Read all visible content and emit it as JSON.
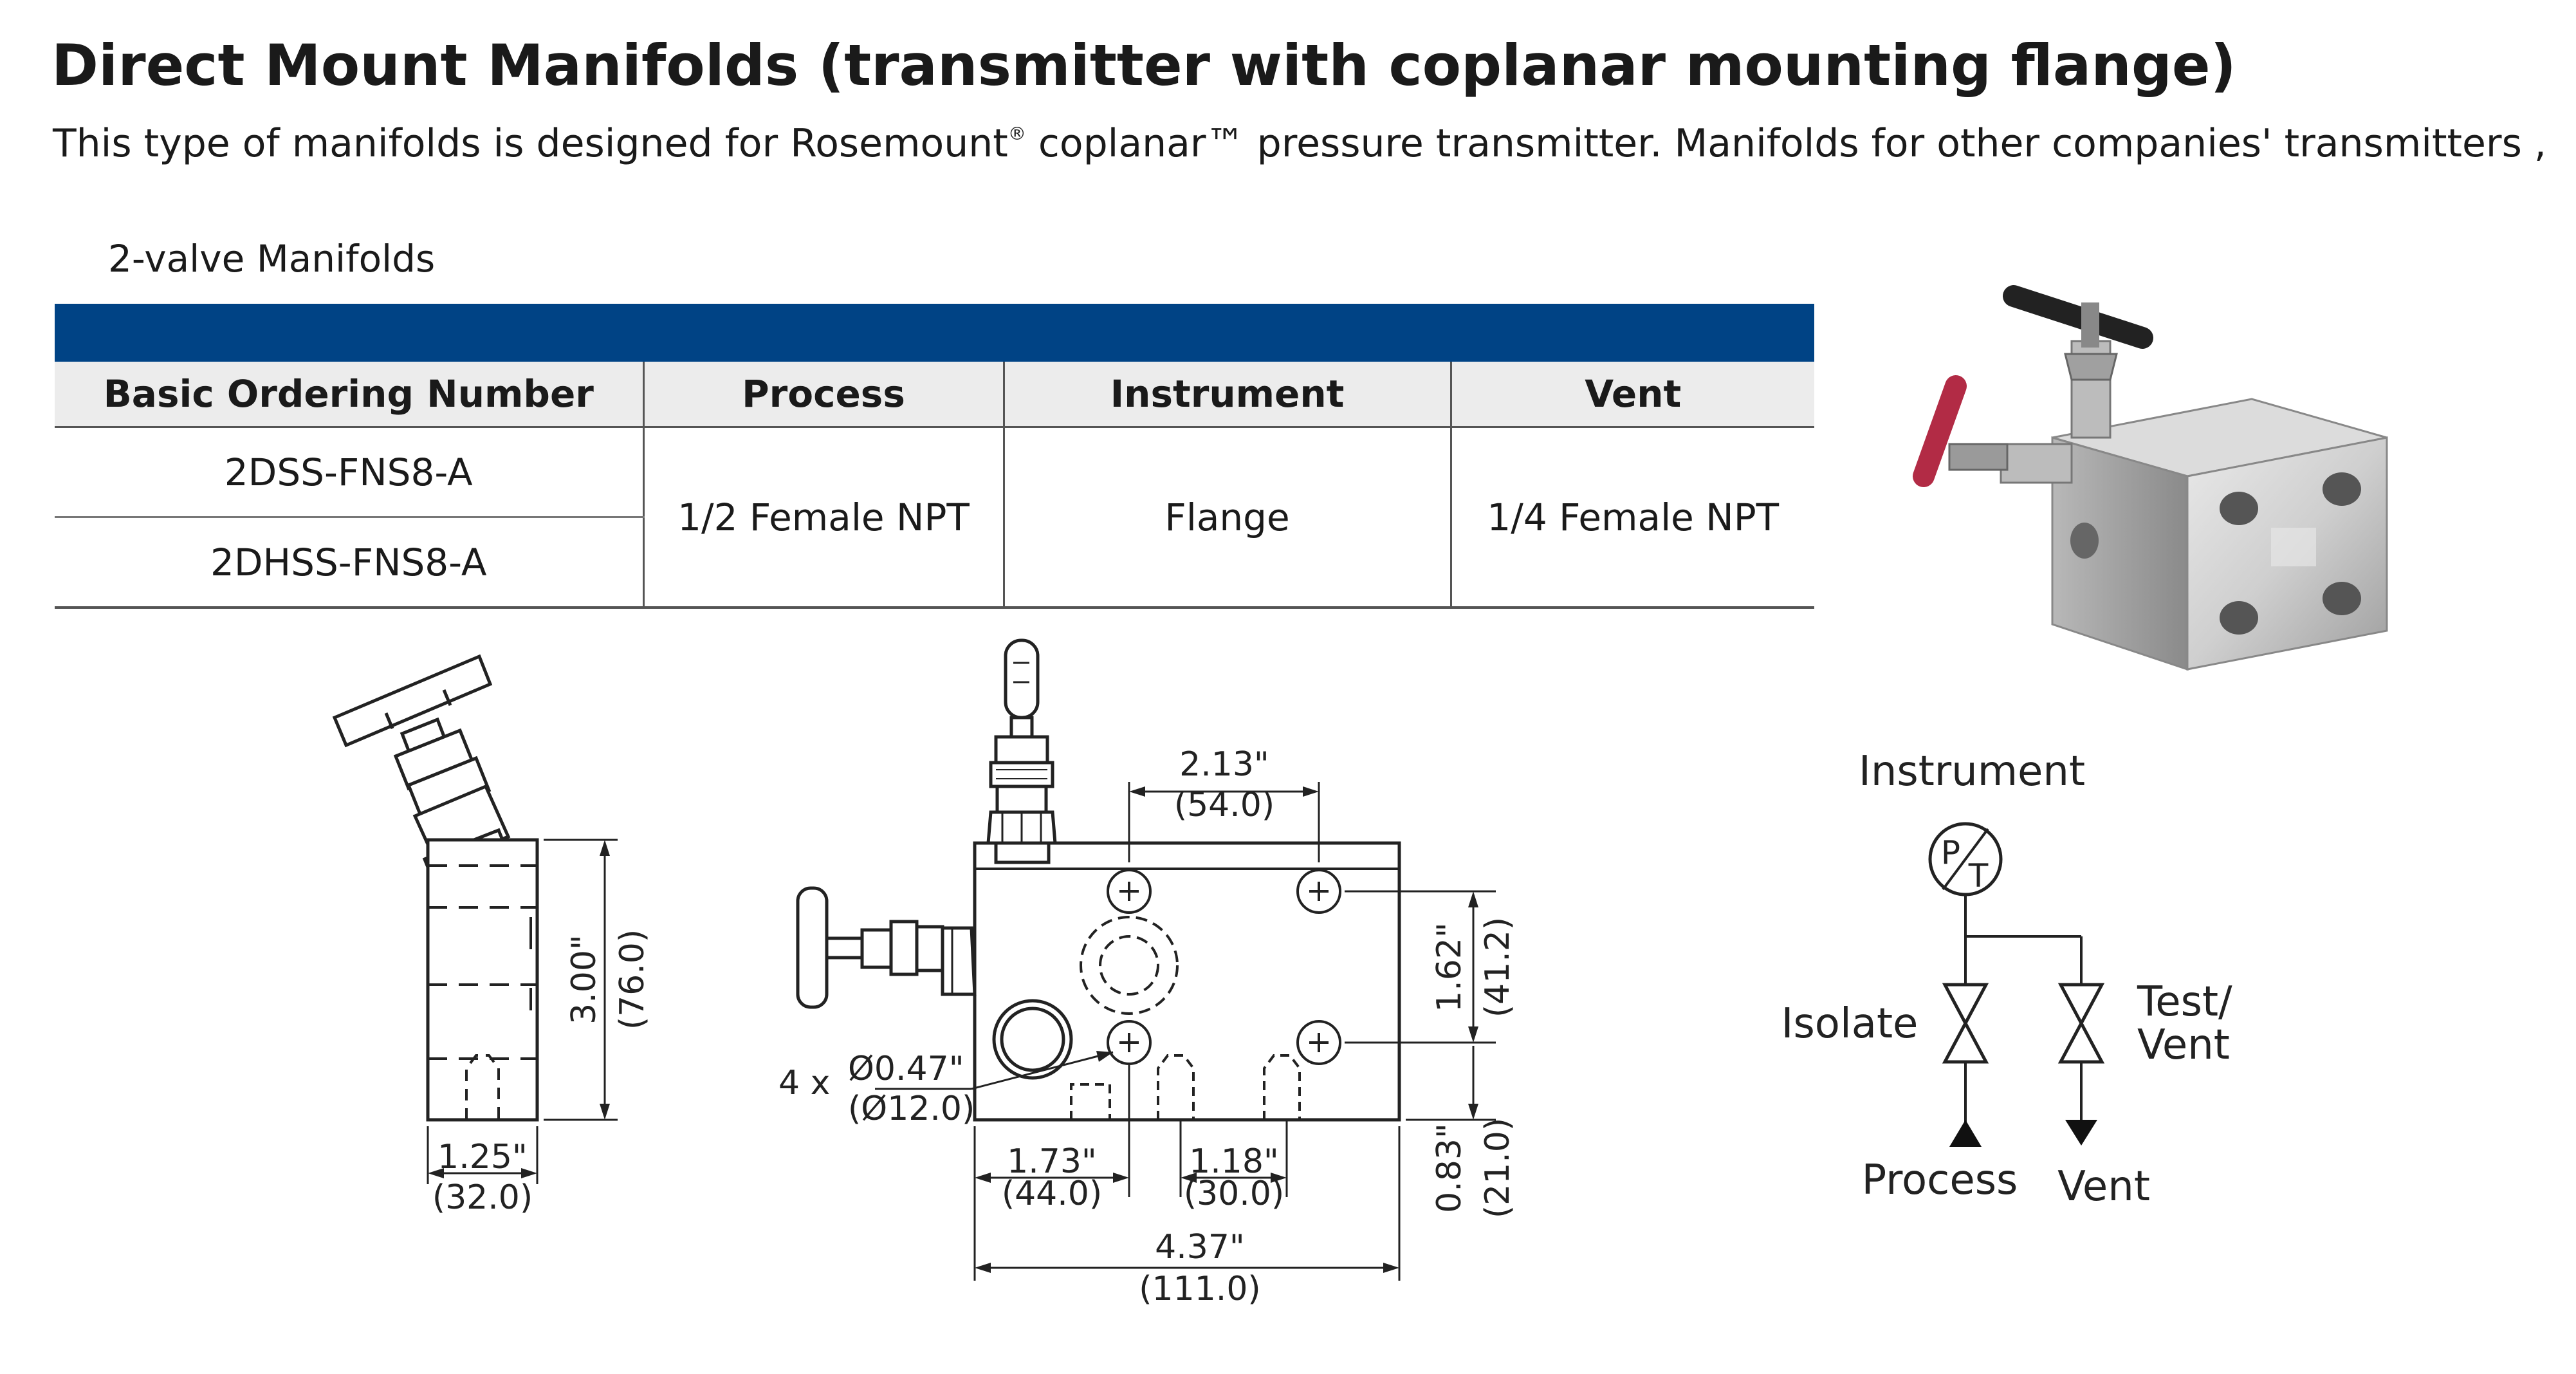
{
  "title": "Direct Mount Manifolds (transmitter with coplanar mounting flange)",
  "intro": {
    "before": "This type of manifolds is designed for Rosemount",
    "reg_mark": "®",
    "after": " coplanar™ pressure transmitter. Manifolds for other companies' transmitters ,"
  },
  "table": {
    "caption": "2-valve Manifolds",
    "headers": [
      "Basic Ordering Number",
      "Process",
      "Instrument",
      "Vent"
    ],
    "ordering_numbers": [
      "2DSS-FNS8-A",
      "2DHSS-FNS8-A"
    ],
    "process": "1/2 Female NPT",
    "instrument": "Flange",
    "vent": "1/4 Female NPT"
  },
  "side_view": {
    "height_in": "3.00\"",
    "height_mm": "(76.0)",
    "width_in": "1.25\"",
    "width_mm": "(32.0)"
  },
  "front_view": {
    "top_spacing_in": "2.13\"",
    "top_spacing_mm": "(54.0)",
    "vertical_spacing_in": "1.62\"",
    "vertical_spacing_mm": "(41.2)",
    "bottom_offset_in": "0.83\"",
    "bottom_offset_mm": "(21.0)",
    "hole_prefix": "4 x",
    "hole_dia_in": "Ø0.47\"",
    "hole_dia_mm": "(Ø12.0)",
    "left_offset_in": "1.73\"",
    "left_offset_mm": "(44.0)",
    "port_spacing_in": "1.18\"",
    "port_spacing_mm": "(30.0)",
    "overall_width_in": "4.37\"",
    "overall_width_mm": "(111.0)"
  },
  "schematic": {
    "instrument": "Instrument",
    "gauge_p": "P",
    "gauge_t": "T",
    "isolate": "Isolate",
    "test": "Test/",
    "vent_word": "Vent",
    "process": "Process",
    "vent_outlet": "Vent"
  }
}
